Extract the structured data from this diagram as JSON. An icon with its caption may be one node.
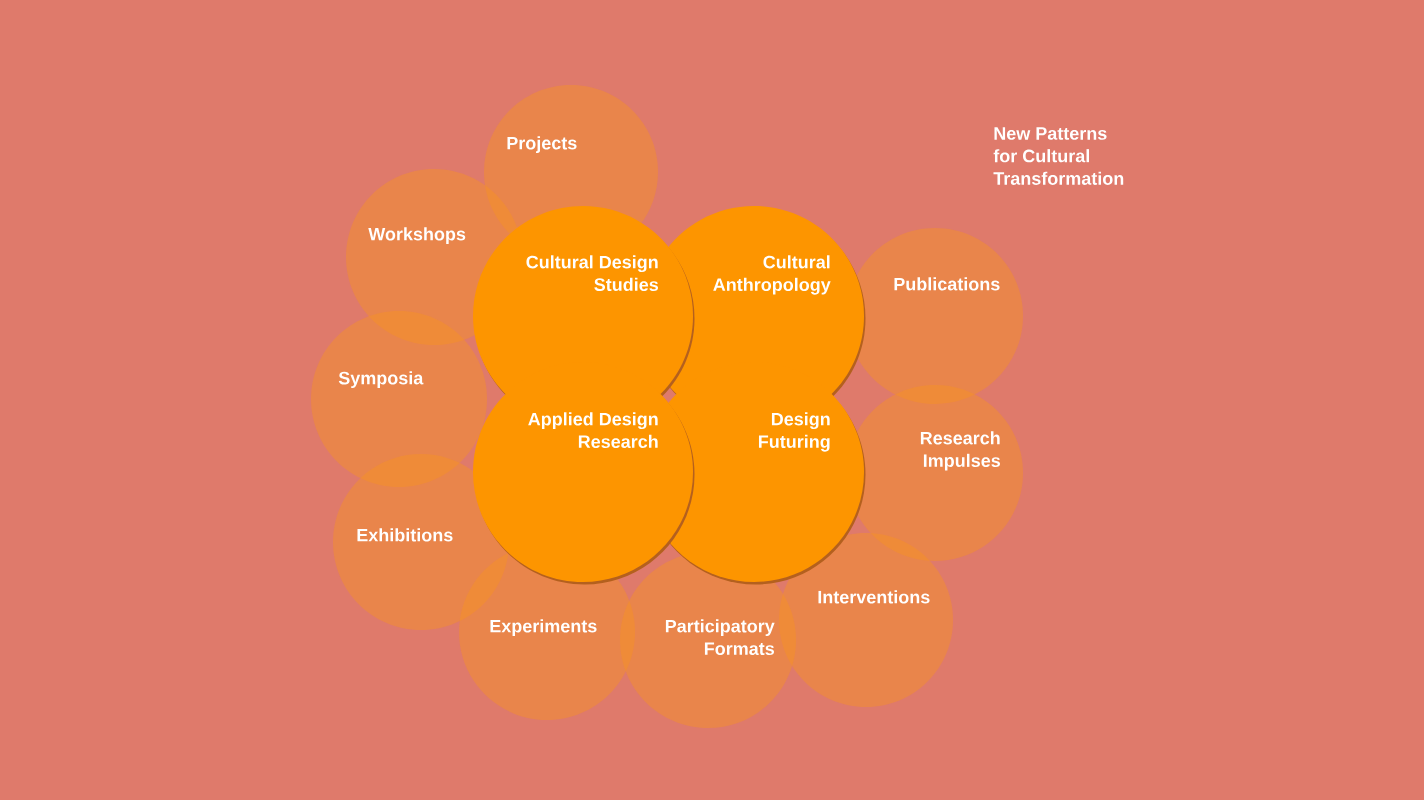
{
  "diagram": {
    "title": "New Patterns for Cultural Transformation",
    "nodes": [
      {
        "text": [
          "Projects"
        ]
      },
      {
        "text": [
          "Workshops"
        ]
      },
      {
        "text": [
          "Cultural Design Studies"
        ]
      },
      {
        "text": [
          "Cultural Anthropology"
        ]
      },
      {
        "text": [
          "Publications"
        ]
      },
      {
        "text": [
          "Symposia"
        ]
      },
      {
        "text": [
          "Applied Design Research"
        ]
      },
      {
        "text": [
          "Design Futuring"
        ]
      },
      {
        "text": [
          "Research Impulses"
        ]
      },
      {
        "text": [
          "Exhibitions"
        ]
      },
      {
        "text": [
          "Interventions"
        ]
      },
      {
        "text": [
          "Experiments"
        ]
      },
      {
        "text": [
          "Participatory Formats"
        ]
      }
    ]
  }
}
